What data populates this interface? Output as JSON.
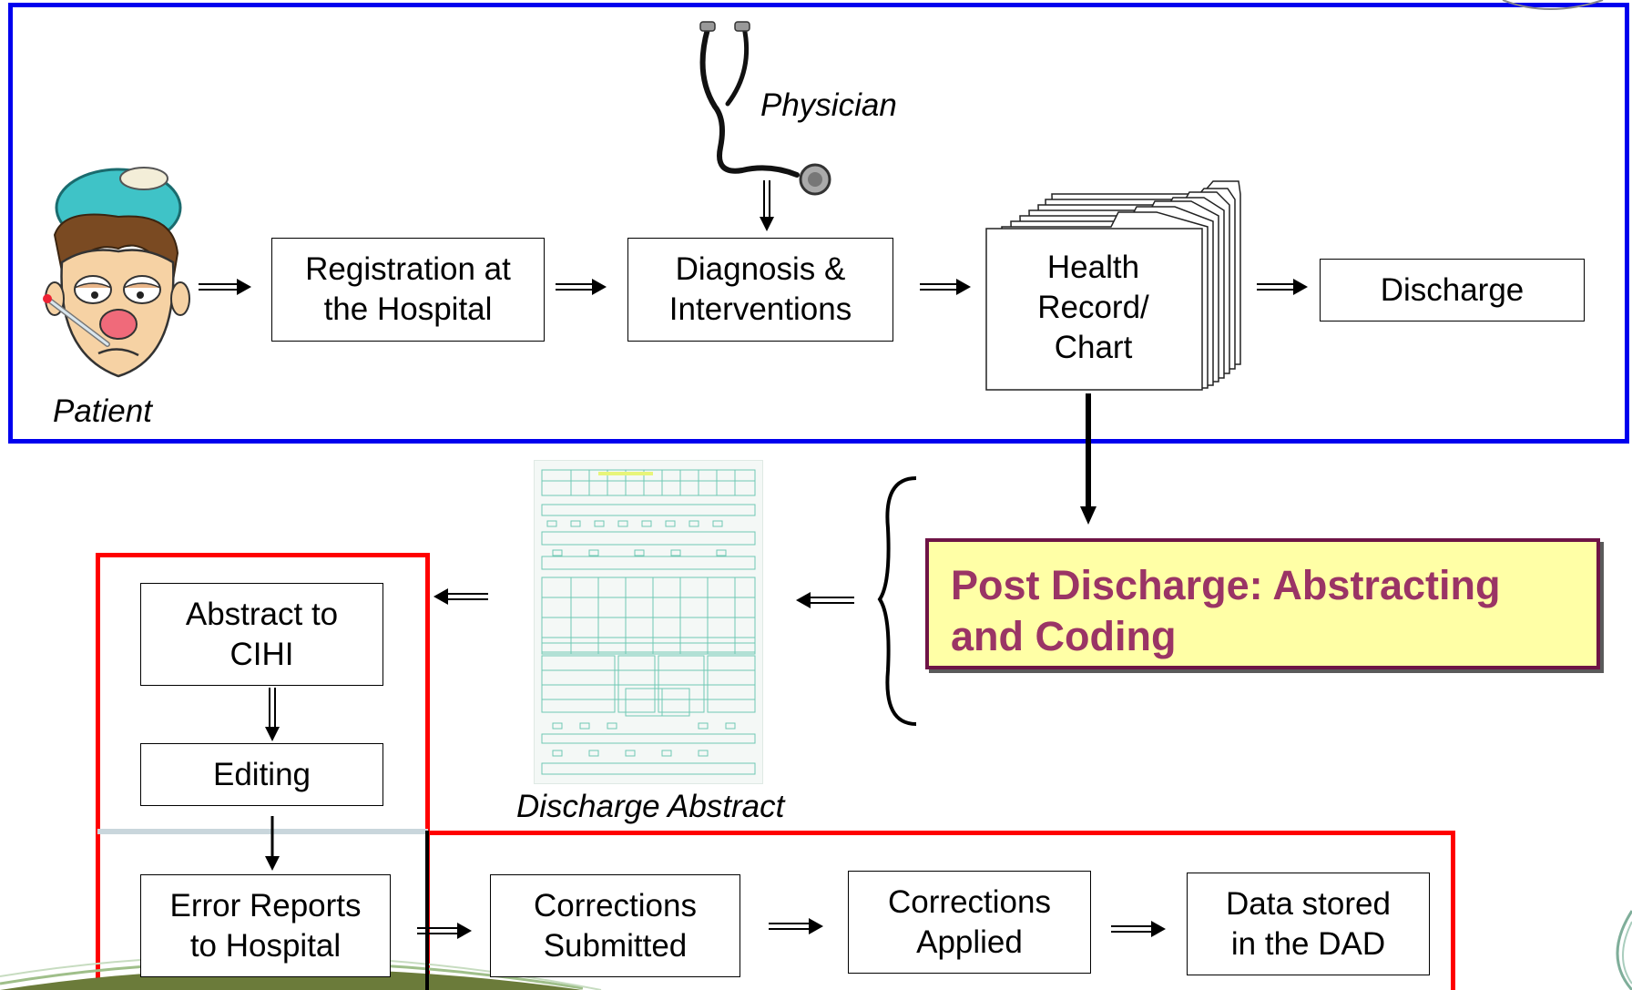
{
  "labels": {
    "physician": "Physician",
    "patient": "Patient",
    "discharge_abstract": "Discharge Abstract"
  },
  "steps": {
    "registration": "Registration at\nthe Hospital",
    "diagnosis": "Diagnosis &\nInterventions",
    "health_record": "Health\nRecord/\nChart",
    "discharge": "Discharge",
    "abstract_cihi": "Abstract to\nCIHI",
    "editing": "Editing",
    "error_reports": "Error Reports\nto Hospital",
    "corrections_submitted": "Corrections\nSubmitted",
    "corrections_applied": "Corrections\nApplied",
    "data_stored": "Data stored\nin the DAD"
  },
  "callout": {
    "post_discharge": "Post Discharge: Abstracting\nand Coding"
  },
  "colors": {
    "blue_frame": "#0000ee",
    "red_frame": "#ff0000",
    "callout_fill": "#ffffa6",
    "callout_border": "#6e1446",
    "callout_text": "#9a3465",
    "form_lines": "#6fc8b4"
  },
  "icons": [
    "patient-icon",
    "stethoscope-icon",
    "chart-folders-icon",
    "discharge-abstract-form-icon",
    "brace-icon",
    "decor-swoosh-icon"
  ]
}
